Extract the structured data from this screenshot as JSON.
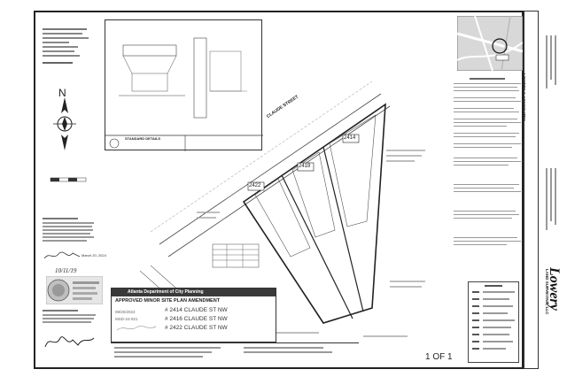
{
  "sheet": {
    "sheet_number": "1 OF 1"
  },
  "stamp": {
    "heading": "Atlanta Department of City Planning",
    "title": "APPROVED MINOR SITE PLAN AMENDMENT",
    "date": "08/20/2024",
    "case_number": "MSD-24-921"
  },
  "addresses": [
    "# 2414 CLAUDE ST NW",
    "# 2416 CLAUDE ST NW",
    "# 2422 CLAUDE ST NW"
  ],
  "lots": [
    "2422",
    "2418",
    "2414"
  ],
  "street_label": "CLAUDE STREET",
  "north_arrow": {
    "letter": "N"
  },
  "signature_date": "March 20, 2024",
  "date_note": "10/11/19",
  "company": {
    "name_main": "Lowery",
    "name_sub": "LAND SURVEYING, LLC",
    "header": "LOWERY & ASSOCIATES"
  },
  "details": {
    "title": "STANDARD DETAILS"
  },
  "colors": {
    "line": "#333333",
    "frame": "#222222",
    "stamp_header": "#3a3a3a"
  }
}
